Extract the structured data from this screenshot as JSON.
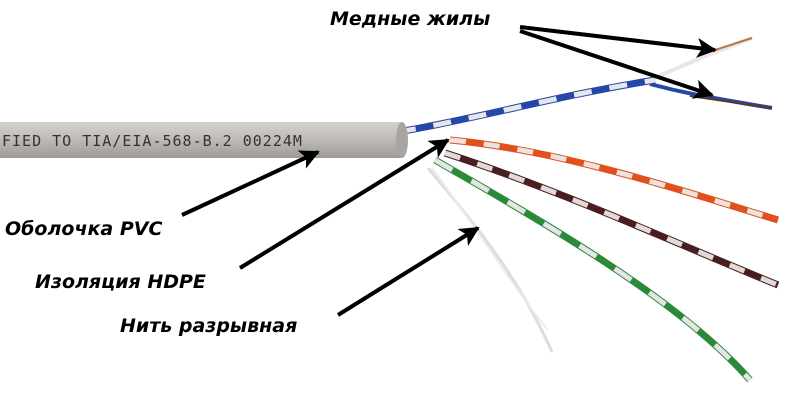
{
  "labels": {
    "copper": "Медные жилы",
    "jacket": "Оболочка PVC",
    "insulation": "Изоляция HDPE",
    "ripcord": "Нить разрывная"
  },
  "cable_print": "FIED TO TIA/EIA-568-B.2  00224M",
  "colors": {
    "jacket": "#b9b5b0",
    "blue": "#2447a8",
    "orange": "#e2501e",
    "brown": "#4a1e1e",
    "green": "#2a8a3a",
    "white": "#e8e6e6",
    "copper": "#b8794a",
    "arrow": "#000000"
  }
}
